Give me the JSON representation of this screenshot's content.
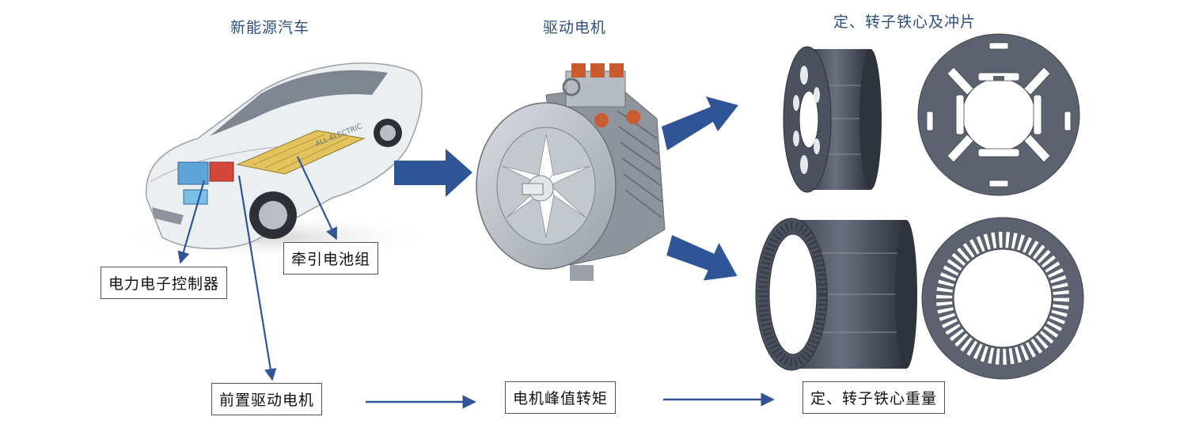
{
  "sections": {
    "vehicle_title": "新能源汽车",
    "motor_title": "驱动电机",
    "core_title": "定、转子铁心及冲片"
  },
  "labels": {
    "battery": "牵引电池组",
    "power_electronics": "电力电子控制器",
    "front_motor": "前置驱动电机",
    "peak_torque": "电机峰值转矩",
    "core_weight": "定、转子铁心重量"
  },
  "car_badge": "ALL-ELECTRIC",
  "colors": {
    "arrow_blue": "#2f5597",
    "caption_blue": "#2d4f7c",
    "steel": "#5c6270",
    "car_body": "#eceff1"
  }
}
